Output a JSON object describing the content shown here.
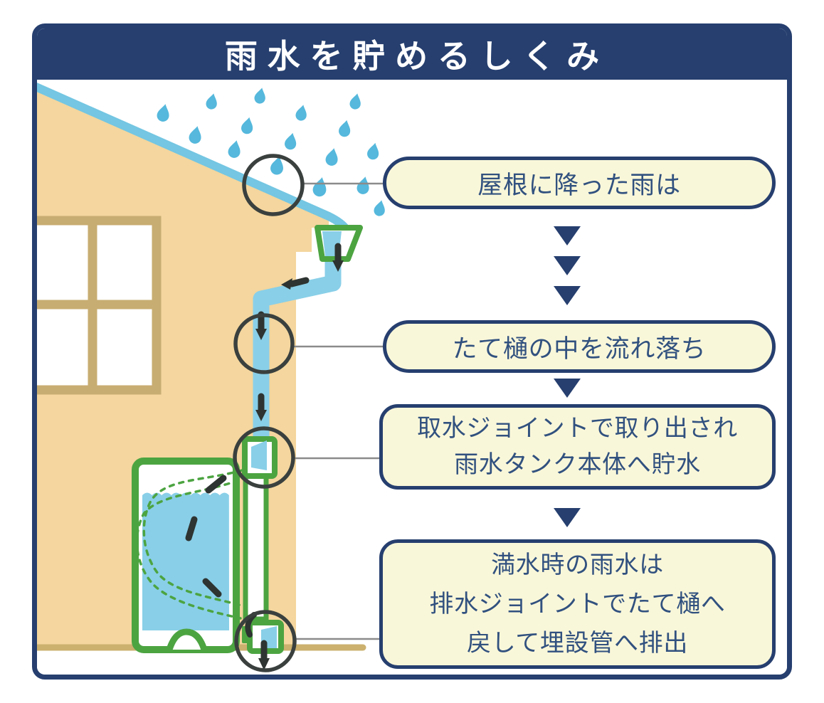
{
  "title": "雨水を貯めるしくみ",
  "steps": [
    {
      "id": 1,
      "lines": [
        "屋根に降った雨は"
      ]
    },
    {
      "id": 2,
      "lines": [
        "たて樋の中を流れ落ち"
      ]
    },
    {
      "id": 3,
      "lines": [
        "取水ジョイントで取り出され",
        "雨水タンク本体へ貯水"
      ]
    },
    {
      "id": 4,
      "lines": [
        "満水時の雨水は",
        "排水ジョイントでたて樋へ",
        "戻して埋設管へ排出"
      ]
    }
  ],
  "colors": {
    "navy": "#263F6F",
    "callout_bg": "#F9F7D9",
    "callout_text": "#31517F",
    "water_blue": "#89CFE8",
    "roof_blue": "#74C6E2",
    "rain_blue": "#55B8DC",
    "pipe_green": "#4CA441",
    "wall_tan": "#F4D69E",
    "trim_tan": "#C8AD72",
    "arrow_dark": "#2E3431",
    "annotation_circle": "#3A403E",
    "connector_gray": "#8B8B8B"
  },
  "diagram": {
    "icons": [
      {
        "name": "rain-drop-icon",
        "shape": "teardrop"
      },
      {
        "name": "annotation-circle-icon",
        "shape": "ring"
      },
      {
        "name": "flow-arrow-icon",
        "shape": "triangle-down"
      }
    ]
  }
}
